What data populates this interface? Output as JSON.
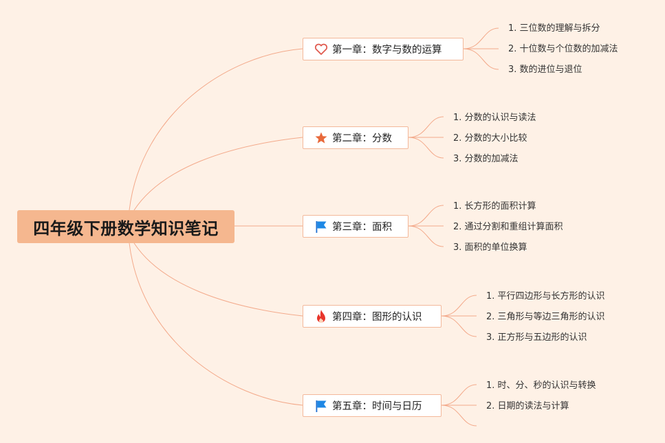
{
  "root": {
    "title": "四年级下册数学知识笔记"
  },
  "chapters": [
    {
      "title": "第一章：数字与数的运算",
      "icon": "heart-outline-icon",
      "topics": [
        "1. 三位数的理解与拆分",
        "2. 十位数与个位数的加减法",
        "3. 数的进位与退位"
      ]
    },
    {
      "title": "第二章：分数",
      "icon": "star-icon",
      "topics": [
        "1. 分数的认识与读法",
        "2. 分数的大小比较",
        "3. 分数的加减法"
      ]
    },
    {
      "title": "第三章：面积",
      "icon": "blue-flag-icon",
      "topics": [
        "1. 长方形的面积计算",
        "2. 通过分割和重组计算面积",
        "3. 面积的单位换算"
      ]
    },
    {
      "title": "第四章：图形的认识",
      "icon": "fire-icon",
      "topics": [
        "1. 平行四边形与长方形的认识",
        "2. 三角形与等边三角形的认识",
        "3. 正方形与五边形的认识"
      ]
    },
    {
      "title": "第五章：时间与日历",
      "icon": "blue-flag-icon",
      "topics": [
        "1. 时、分、秒的认识与转换",
        "2. 日期的读法与计算",
        ""
      ]
    }
  ],
  "colors": {
    "background": "#fef1e6",
    "root_fill": "#f5b78f",
    "line": "#f3a98a",
    "box_border": "#f3b89a"
  }
}
